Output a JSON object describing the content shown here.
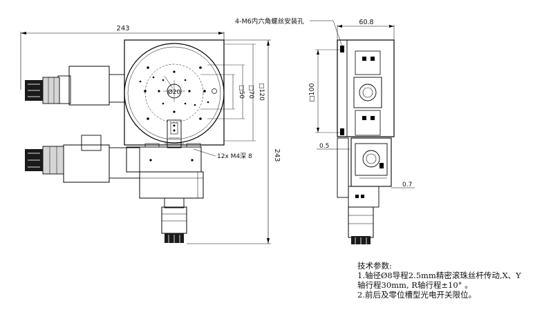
{
  "dimensions": {
    "overall_width": "243",
    "overall_height": "243",
    "square_50": "□50",
    "square_70": "□70",
    "square_120": "□120",
    "bore_diameter": "Ø20",
    "mount_holes": "12x M4深 8",
    "side_width": "60.8",
    "side_square_100": "□100",
    "gap_0_5": "0.5",
    "gap_0_7": "0.7",
    "hex_holes_label": "4-M6内六角螺丝安装孔"
  },
  "notes": {
    "title": "技术参数:",
    "line1": "1.轴径Ø8导程2.5mm精密滚珠丝杆传动,X、Y",
    "line2": "轴行程30mm, R轴行程±10° 。",
    "line3": "2.前后及零位槽型光电开关限位。"
  }
}
